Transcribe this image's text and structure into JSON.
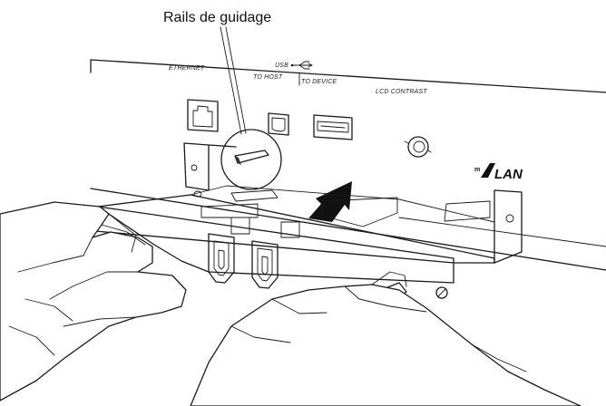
{
  "callout": {
    "label": "Rails de guidage"
  },
  "panel_labels": {
    "ethernet": "ETHERNET",
    "usb": "USB",
    "to_host": "TO HOST",
    "to_device": "TO DEVICE",
    "lcd_contrast": "LCD CONTRAST"
  },
  "logo": {
    "prefix": "m",
    "text": "LAN"
  },
  "icons": {
    "usb_symbol": "usb-trident-icon",
    "insert_arrow": "arrow-insert-icon"
  },
  "colors": {
    "ink": "#1a1a1a",
    "arrow": "#111111",
    "background": "#ffffff"
  }
}
